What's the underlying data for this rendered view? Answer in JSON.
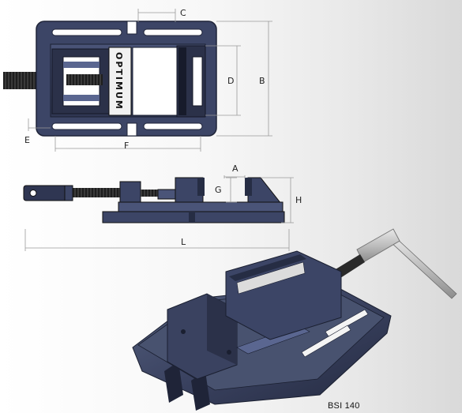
{
  "dimensions": {
    "top_view": {
      "c": "C",
      "d": "D",
      "b": "B",
      "e": "E",
      "f": "F"
    },
    "side_view": {
      "a": "A",
      "g": "G",
      "h": "H",
      "l": "L"
    }
  },
  "brand_text": "OPTIMUM",
  "product": {
    "model": "BSI 140"
  },
  "colors": {
    "vise_body": "#3c4566",
    "vise_dark": "#262d44",
    "vise_light": "#5a6690",
    "slot": "#ffffff",
    "dimension_line": "#9a9a9a",
    "spindle": "#2a2a2a"
  }
}
